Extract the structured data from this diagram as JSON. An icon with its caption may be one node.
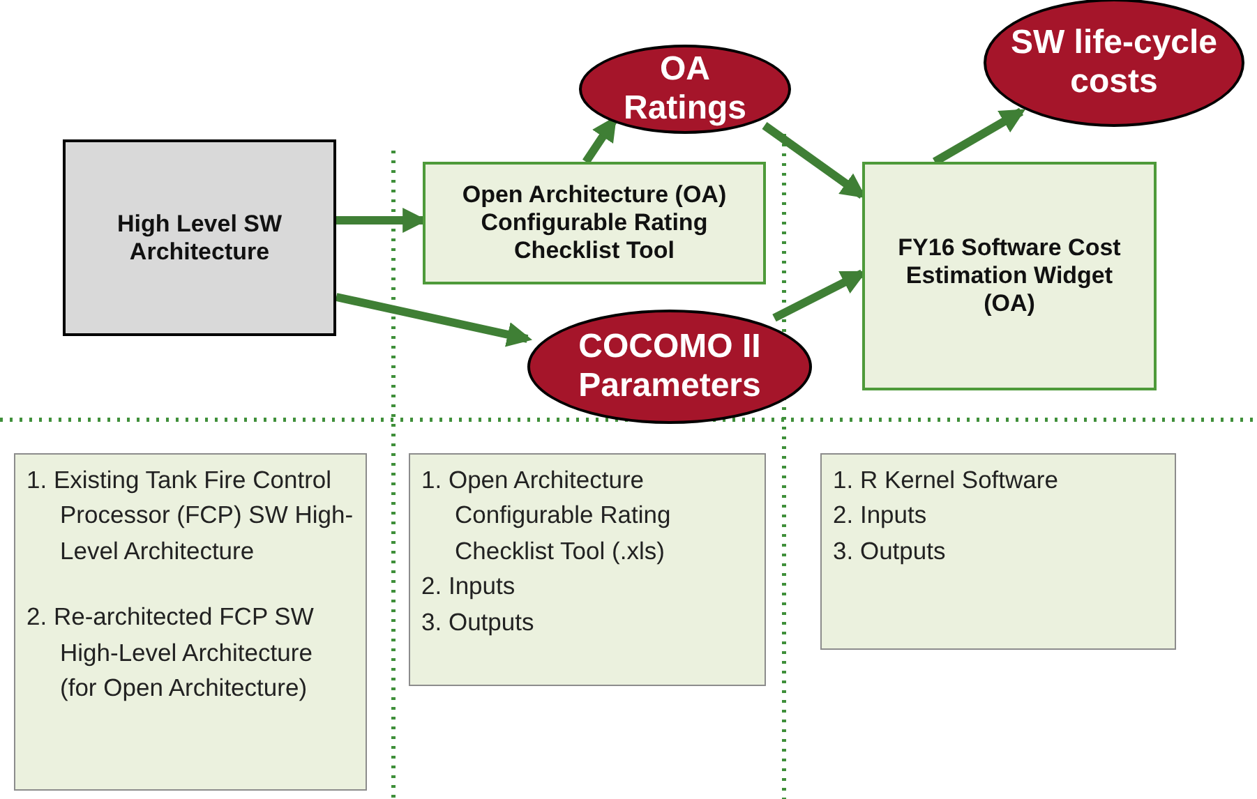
{
  "diagram": {
    "nodes": [
      {
        "text": [
          "High Level SW Architecture"
        ]
      },
      {
        "text": [
          "Open Architecture (OA) Configurable Rating Checklist Tool"
        ]
      },
      {
        "text": [
          "OA Ratings"
        ]
      },
      {
        "text": [
          "COCOMO II Parameters"
        ]
      },
      {
        "text": [
          "FY16 Software Cost Estimation Widget (OA)"
        ]
      },
      {
        "text": [
          "SW life-cycle costs"
        ]
      },
      {
        "text": [
          "1. Existing Tank Fire Control Processor (FCP) SW High-Level Architecture",
          "2. Re-architected FCP SW High-Level Architecture (for Open Architecture)"
        ]
      },
      {
        "text": [
          "1. Open Architecture Configurable Rating Checklist Tool (.xls)",
          "2. Inputs",
          "3. Outputs"
        ]
      },
      {
        "text": [
          "1. R Kernel Software",
          "2. Inputs",
          "3. Outputs"
        ]
      }
    ],
    "edges": [
      {
        "from": 0,
        "to": 1,
        "arrow": "to"
      },
      {
        "from": 0,
        "to": 3,
        "arrow": "to"
      },
      {
        "from": 1,
        "to": 2,
        "arrow": "to"
      },
      {
        "from": 2,
        "to": 4,
        "arrow": "to"
      },
      {
        "from": 3,
        "to": 4,
        "arrow": "to"
      },
      {
        "from": 4,
        "to": 5,
        "arrow": "to"
      }
    ]
  }
}
